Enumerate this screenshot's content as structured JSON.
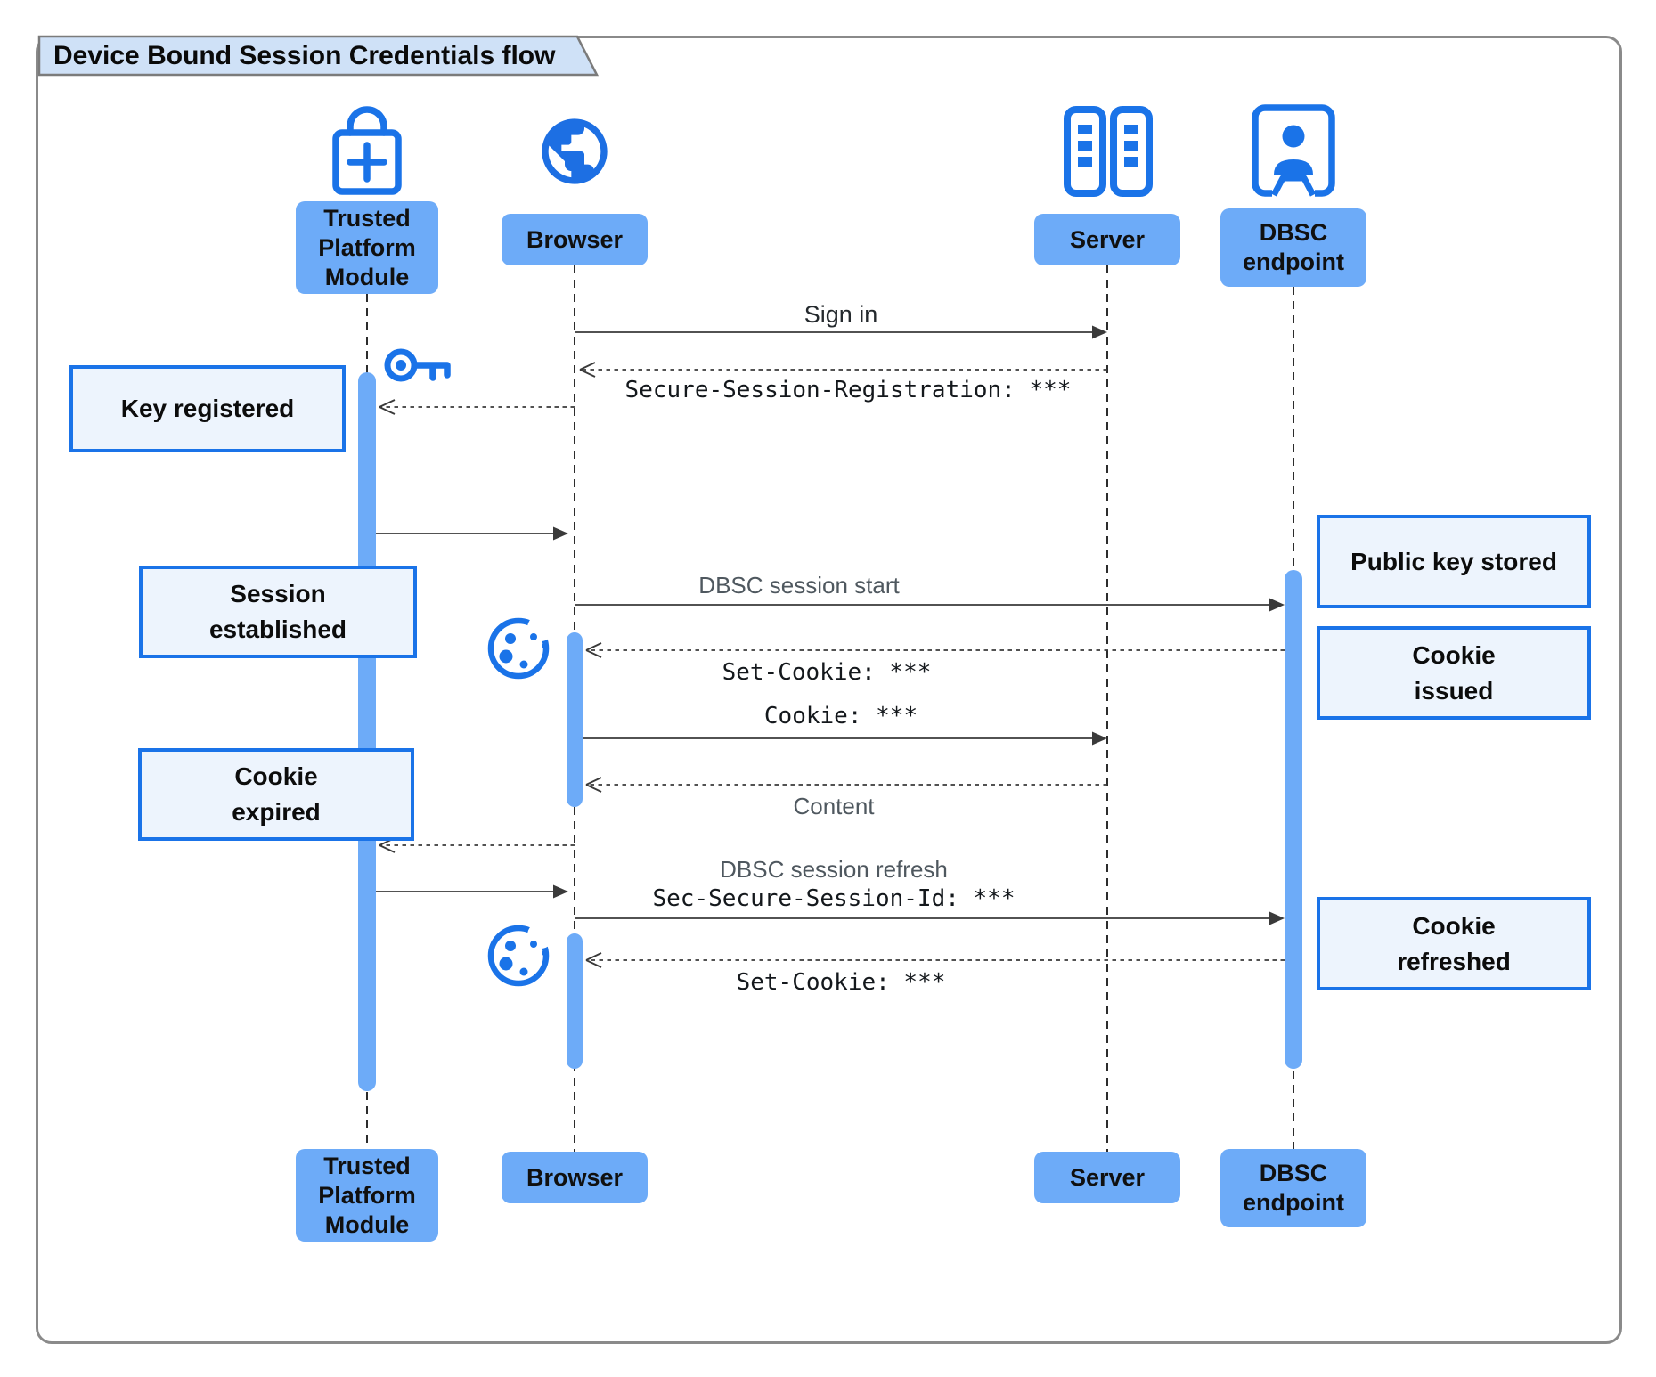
{
  "title": "Device Bound Session Credentials flow",
  "actors": [
    {
      "name": "Trusted Platform Module",
      "lines": [
        "Trusted",
        "Platform",
        "Module"
      ],
      "icon": "lock-plus-icon"
    },
    {
      "name": "Browser",
      "lines": [
        "Browser"
      ],
      "icon": "globe-icon"
    },
    {
      "name": "Server",
      "lines": [
        "Server"
      ],
      "icon": "server-rack-icon"
    },
    {
      "name": "DBSC endpoint",
      "lines": [
        "DBSC",
        "endpoint"
      ],
      "icon": "id-badge-icon"
    }
  ],
  "messages": [
    {
      "from": "Browser",
      "to": "Server",
      "label": "Sign in",
      "style": "solid"
    },
    {
      "from": "Server",
      "to": "Browser",
      "label": "Secure-Session-Registration: ***",
      "style": "dashed",
      "code": true
    },
    {
      "from": "Browser",
      "to": "Trusted Platform Module",
      "label": "",
      "style": "dashed"
    },
    {
      "from": "Trusted Platform Module",
      "to": "Browser",
      "label": "",
      "style": "solid"
    },
    {
      "from": "Browser",
      "to": "DBSC endpoint",
      "label": "DBSC session start",
      "style": "solid"
    },
    {
      "from": "DBSC endpoint",
      "to": "Browser",
      "label": "Set-Cookie: ***",
      "style": "dashed",
      "code": true
    },
    {
      "from": "Browser",
      "to": "Server",
      "label": "Cookie: ***",
      "style": "solid",
      "code": true
    },
    {
      "from": "Server",
      "to": "Browser",
      "label": "Content",
      "style": "dashed"
    },
    {
      "from": "Browser",
      "to": "Trusted Platform Module",
      "label": "",
      "style": "dashed"
    },
    {
      "from": "Trusted Platform Module",
      "to": "Browser",
      "label": "",
      "style": "solid"
    },
    {
      "from": "Browser",
      "to": "DBSC endpoint",
      "label": "DBSC session refresh",
      "label2": "Sec-Secure-Session-Id: ***",
      "style": "solid"
    },
    {
      "from": "DBSC endpoint",
      "to": "Browser",
      "label": "Set-Cookie: ***",
      "style": "dashed",
      "code": true
    }
  ],
  "notes": [
    {
      "name": "Key registered",
      "lines": [
        "Key registered"
      ]
    },
    {
      "name": "Session established",
      "lines": [
        "Session",
        "established"
      ]
    },
    {
      "name": "Cookie expired",
      "lines": [
        "Cookie",
        "expired"
      ]
    },
    {
      "name": "Public key stored",
      "lines": [
        "Public key stored"
      ]
    },
    {
      "name": "Cookie issued",
      "lines": [
        "Cookie",
        "issued"
      ]
    },
    {
      "name": "Cookie refreshed",
      "lines": [
        "Cookie",
        "refreshed"
      ]
    }
  ],
  "icons": [
    "lock-plus-icon",
    "globe-icon",
    "server-rack-icon",
    "id-badge-icon",
    "key-icon",
    "cookie-icon"
  ],
  "colors": {
    "accent_blue": "#1a73e8",
    "bar_fill": "#6dabf8",
    "note_fill": "#edf4fd",
    "note_border": "#1a73e8",
    "title_fill": "#cfe1f7",
    "frame_gray": "#8a8a8a",
    "line_dark": "#333333"
  }
}
